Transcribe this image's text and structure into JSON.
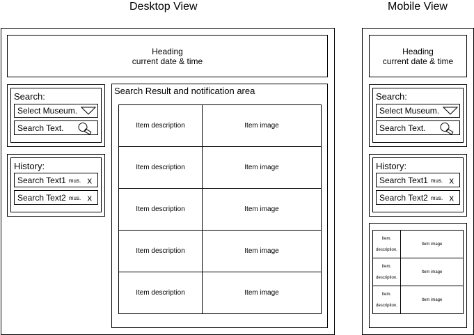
{
  "desktop": {
    "title": "Desktop View",
    "heading": {
      "line1": "Heading",
      "line2": "current date & time"
    },
    "search": {
      "label": "Search:",
      "select_text": "Select Museum.",
      "search_text": "Search Text."
    },
    "history": {
      "label": "History:",
      "items": [
        {
          "text": "Search Text1",
          "sub": "mus.",
          "remove": "x"
        },
        {
          "text": "Search Text2",
          "sub": "mus.",
          "remove": "x"
        }
      ]
    },
    "results": {
      "label": "Search Result and notification area",
      "rows": [
        {
          "description": "Item description",
          "image": "Item image"
        },
        {
          "description": "Item description",
          "image": "Item image"
        },
        {
          "description": "Item description",
          "image": "Item image"
        },
        {
          "description": "Item description",
          "image": "Item image"
        },
        {
          "description": "Item description",
          "image": "Item image"
        }
      ]
    }
  },
  "mobile": {
    "title": "Mobile View",
    "heading": {
      "line1": "Heading",
      "line2": "current date & time"
    },
    "search": {
      "label": "Search:",
      "select_text": "Select Museum.",
      "search_text": "Search Text."
    },
    "history": {
      "label": "History:",
      "items": [
        {
          "text": "Search Text1",
          "sub": "mus.",
          "remove": "x"
        },
        {
          "text": "Search Text2",
          "sub": "mus.",
          "remove": "x"
        }
      ]
    },
    "results": {
      "rows": [
        {
          "description_1": "Item.",
          "description_2": "description.",
          "image": "Item image"
        },
        {
          "description_1": "Item.",
          "description_2": "description.",
          "image": "Item image"
        },
        {
          "description_1": "Item.",
          "description_2": "description.",
          "image": "Item image"
        }
      ]
    }
  }
}
